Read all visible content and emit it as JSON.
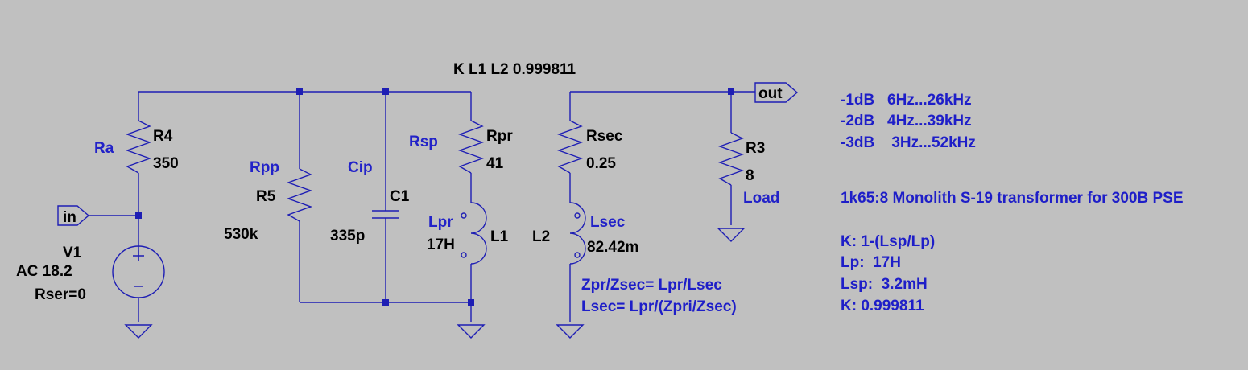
{
  "directive": "K L1 L2 0.999811",
  "ports": {
    "in": "in",
    "out": "out"
  },
  "source": {
    "name": "V1",
    "value": "AC 18.2",
    "rser": "Rser=0"
  },
  "R4": {
    "name": "R4",
    "value": "350",
    "alias": "Ra"
  },
  "R5": {
    "name": "R5",
    "value": "530k",
    "alias": "Rpp"
  },
  "C1": {
    "name": "C1",
    "value": "335p",
    "alias": "Cip"
  },
  "Rpr": {
    "name": "Rpr",
    "value": "41",
    "alias": "Rsp"
  },
  "L1": {
    "name": "L1",
    "value": "17H",
    "alias": "Lpr"
  },
  "L2": {
    "name": "L2",
    "value": "82.42m",
    "alias": "Lsec"
  },
  "Rsec": {
    "name": "Rsec",
    "value": "0.25"
  },
  "R3": {
    "name": "R3",
    "value": "8",
    "alias": "Load"
  },
  "formulas": [
    "Zpr/Zsec= Lpr/Lsec",
    "Lsec= Lpr/(Zpri/Zsec)"
  ],
  "response": [
    "-1dB   6Hz...26kHz",
    "-2dB   4Hz...39kHz",
    "-3dB    3Hz...52kHz"
  ],
  "transformer_title": "1k65:8 Monolith S-19 transformer for 300B PSE",
  "notes": [
    "K: 1-(Lsp/Lp)",
    "Lp:  17H",
    "Lsp:  3.2mH",
    "K: 0.999811"
  ],
  "colors": {
    "background": "#c0c0c0",
    "wire": "#1e1eb4",
    "label": "#000000",
    "annotation": "#1e1ec8"
  }
}
